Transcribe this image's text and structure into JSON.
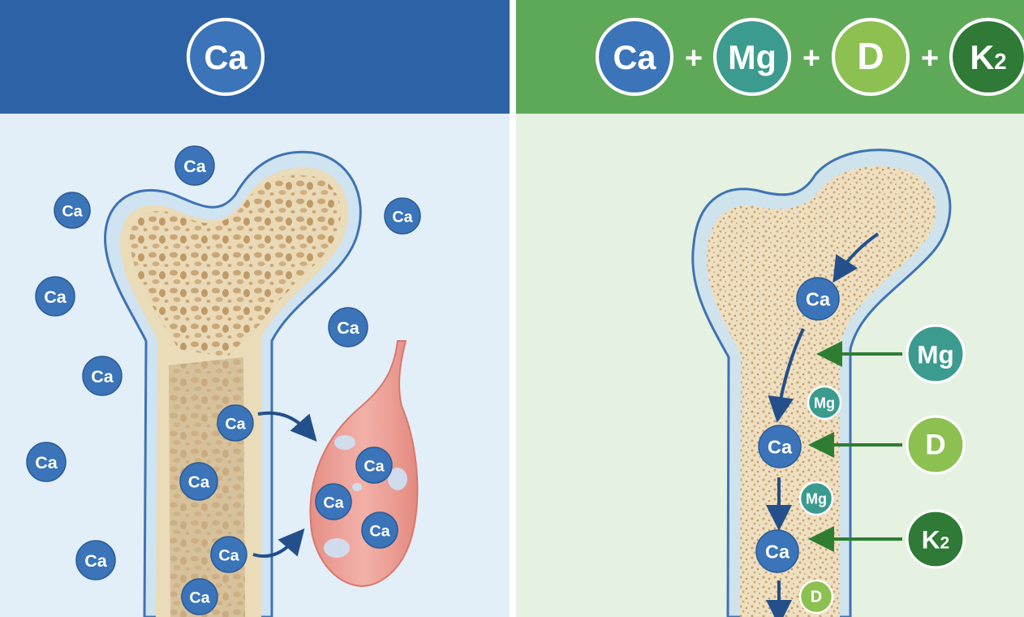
{
  "left_panel": {
    "header_badge": "Ca",
    "loose_calcium": [
      "Ca",
      "Ca",
      "Ca",
      "Ca",
      "Ca",
      "Ca",
      "Ca",
      "Ca"
    ],
    "bone_calcium": [
      "Ca",
      "Ca",
      "Ca",
      "Ca"
    ],
    "muscle_calcium": [
      "Ca",
      "Ca",
      "Ca"
    ]
  },
  "right_panel": {
    "header_badges": [
      "Ca",
      "Mg",
      "D",
      "K2"
    ],
    "plus_sign": "+",
    "bone_calcium": [
      "Ca",
      "Ca",
      "Ca"
    ],
    "bone_small": [
      "Mg",
      "Mg",
      "D"
    ],
    "side_nutrients": [
      "Mg",
      "D",
      "K2"
    ]
  },
  "colors": {
    "left_header": "#2d62a6",
    "right_header": "#5ea957",
    "left_bg": "#e3eff8",
    "right_bg": "#e5f1e1",
    "ca": "#3b74b8",
    "mg": "#3b9b8f",
    "d": "#8cc152",
    "k2": "#2f7a36"
  }
}
